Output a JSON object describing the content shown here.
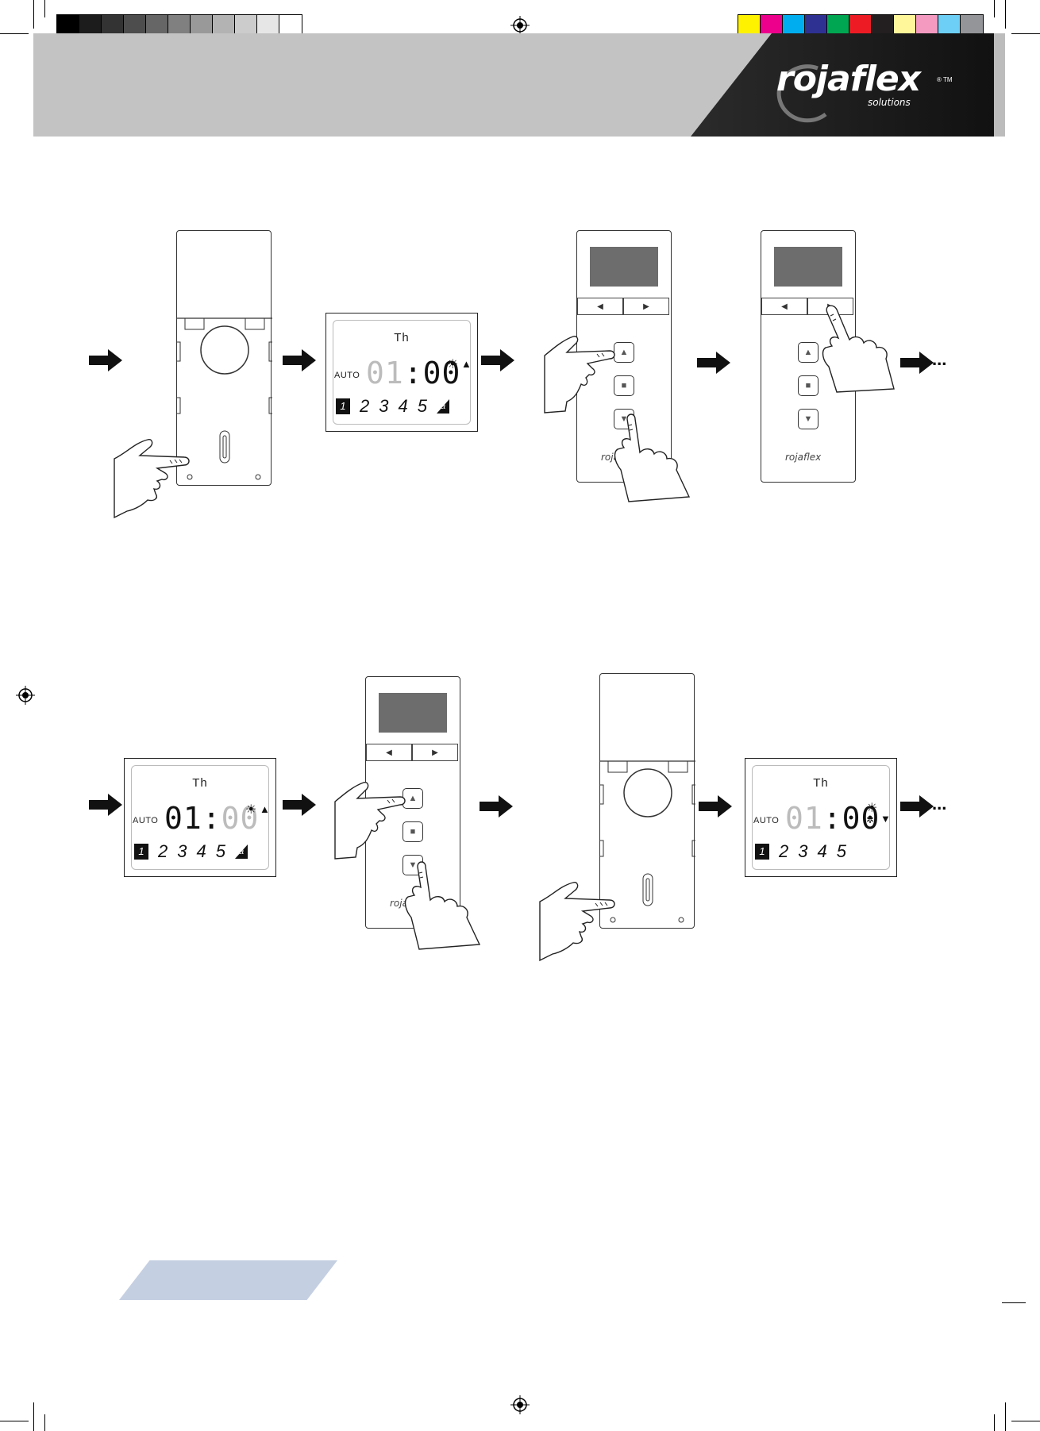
{
  "colors": {
    "header_band": "#c3c3c3",
    "header_dark": "#1a1a1a",
    "footer_tab": "#c5cfe2",
    "remote_screen": "#6d6d6d"
  },
  "swatches": {
    "gray": [
      "#000000",
      "#1c1c1c",
      "#333333",
      "#4d4d4d",
      "#666666",
      "#808080",
      "#999999",
      "#b3b3b3",
      "#cccccc",
      "#e6e6e6",
      "#ffffff"
    ],
    "color": [
      "#fff200",
      "#ec008c",
      "#00aeef",
      "#2e3192",
      "#00a651",
      "#ed1c24",
      "#231f20",
      "#fff799",
      "#f49ac1",
      "#6dcff6",
      "#939598"
    ]
  },
  "logo": {
    "brand": "rojaflex",
    "sub": "solutions",
    "tm": "® TM"
  },
  "remote": {
    "brand": "rojaflex",
    "left_arrow": "◀",
    "right_arrow": "▶",
    "stop": "■",
    "up": "▲",
    "down": "▼"
  },
  "lcd1": {
    "day": "Th",
    "mode": "AUTO",
    "hours": "01",
    "colon": ":",
    "minutes": "00",
    "sun": "☀",
    "dir": "▲",
    "chip": "1",
    "nums": [
      "2",
      "3",
      "4",
      "5"
    ],
    "a": "a"
  },
  "lcd2": {
    "day": "Th",
    "mode": "AUTO",
    "hours": "01",
    "colon": ":",
    "minutes": "00",
    "sun": "☀",
    "dir": "▲",
    "chip": "1",
    "nums": [
      "2",
      "3",
      "4",
      "5"
    ],
    "a": "a"
  },
  "lcd3": {
    "day": "Th",
    "mode": "AUTO",
    "hours": "01",
    "colon": ":",
    "minutes": "00",
    "sun": "☀",
    "moon": "✲",
    "dir": "▼",
    "chip": "1",
    "nums": [
      "2",
      "3",
      "4",
      "5"
    ]
  },
  "ellipsis": "..."
}
